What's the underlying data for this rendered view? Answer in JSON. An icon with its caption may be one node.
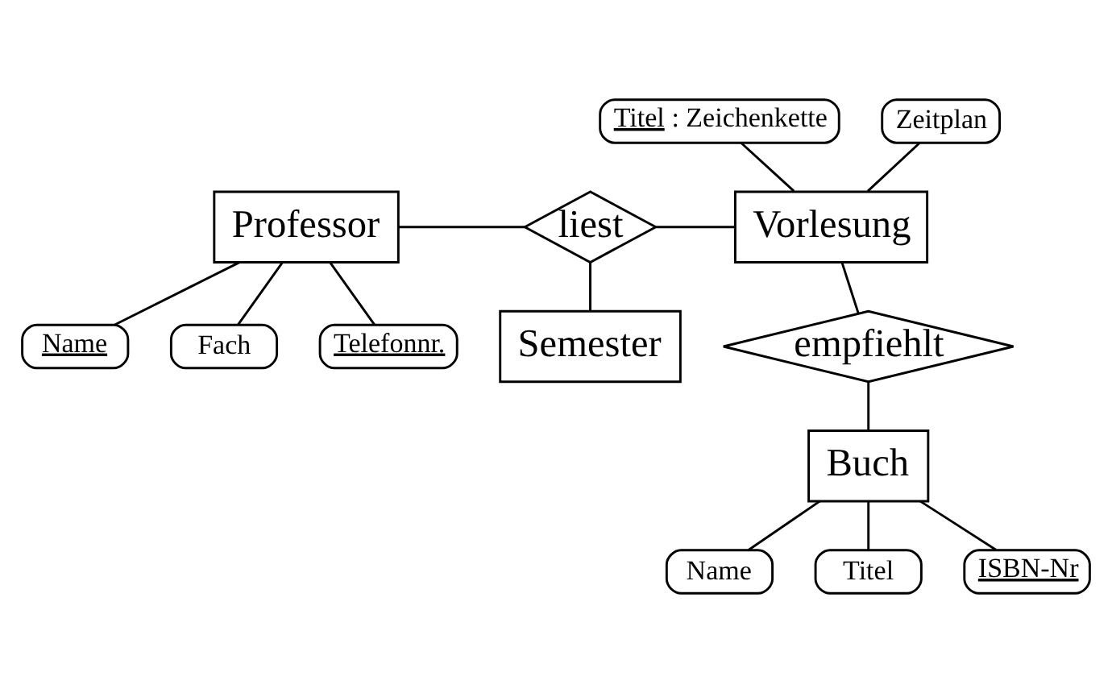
{
  "diagram": {
    "nodes": [
      {
        "text": [
          "Professor"
        ]
      },
      {
        "text": [
          "liest"
        ]
      },
      {
        "text": [
          "Vorlesung"
        ]
      },
      {
        "text": [
          "Titel : Zeichenkette"
        ]
      },
      {
        "text": [
          "Zeitplan"
        ]
      },
      {
        "text": [
          "Name"
        ]
      },
      {
        "text": [
          "Fach"
        ]
      },
      {
        "text": [
          "Telefonnr."
        ]
      },
      {
        "text": [
          "Semester"
        ]
      },
      {
        "text": [
          "empfiehlt"
        ]
      },
      {
        "text": [
          "Buch"
        ]
      },
      {
        "text": [
          "Name"
        ]
      },
      {
        "text": [
          "Titel"
        ]
      },
      {
        "text": [
          "ISBN-Nr"
        ]
      }
    ],
    "edges": [
      {
        "from": 0,
        "to": 1,
        "arrow": "none"
      },
      {
        "from": 1,
        "to": 2,
        "arrow": "none"
      },
      {
        "from": 1,
        "to": 8,
        "arrow": "none"
      },
      {
        "from": 2,
        "to": 3,
        "arrow": "none"
      },
      {
        "from": 2,
        "to": 4,
        "arrow": "none"
      },
      {
        "from": 0,
        "to": 5,
        "arrow": "none"
      },
      {
        "from": 0,
        "to": 6,
        "arrow": "none"
      },
      {
        "from": 0,
        "to": 7,
        "arrow": "none"
      },
      {
        "from": 2,
        "to": 9,
        "arrow": "none"
      },
      {
        "from": 9,
        "to": 10,
        "arrow": "none"
      },
      {
        "from": 10,
        "to": 11,
        "arrow": "none"
      },
      {
        "from": 10,
        "to": 12,
        "arrow": "none"
      },
      {
        "from": 10,
        "to": 13,
        "arrow": "none"
      }
    ]
  }
}
